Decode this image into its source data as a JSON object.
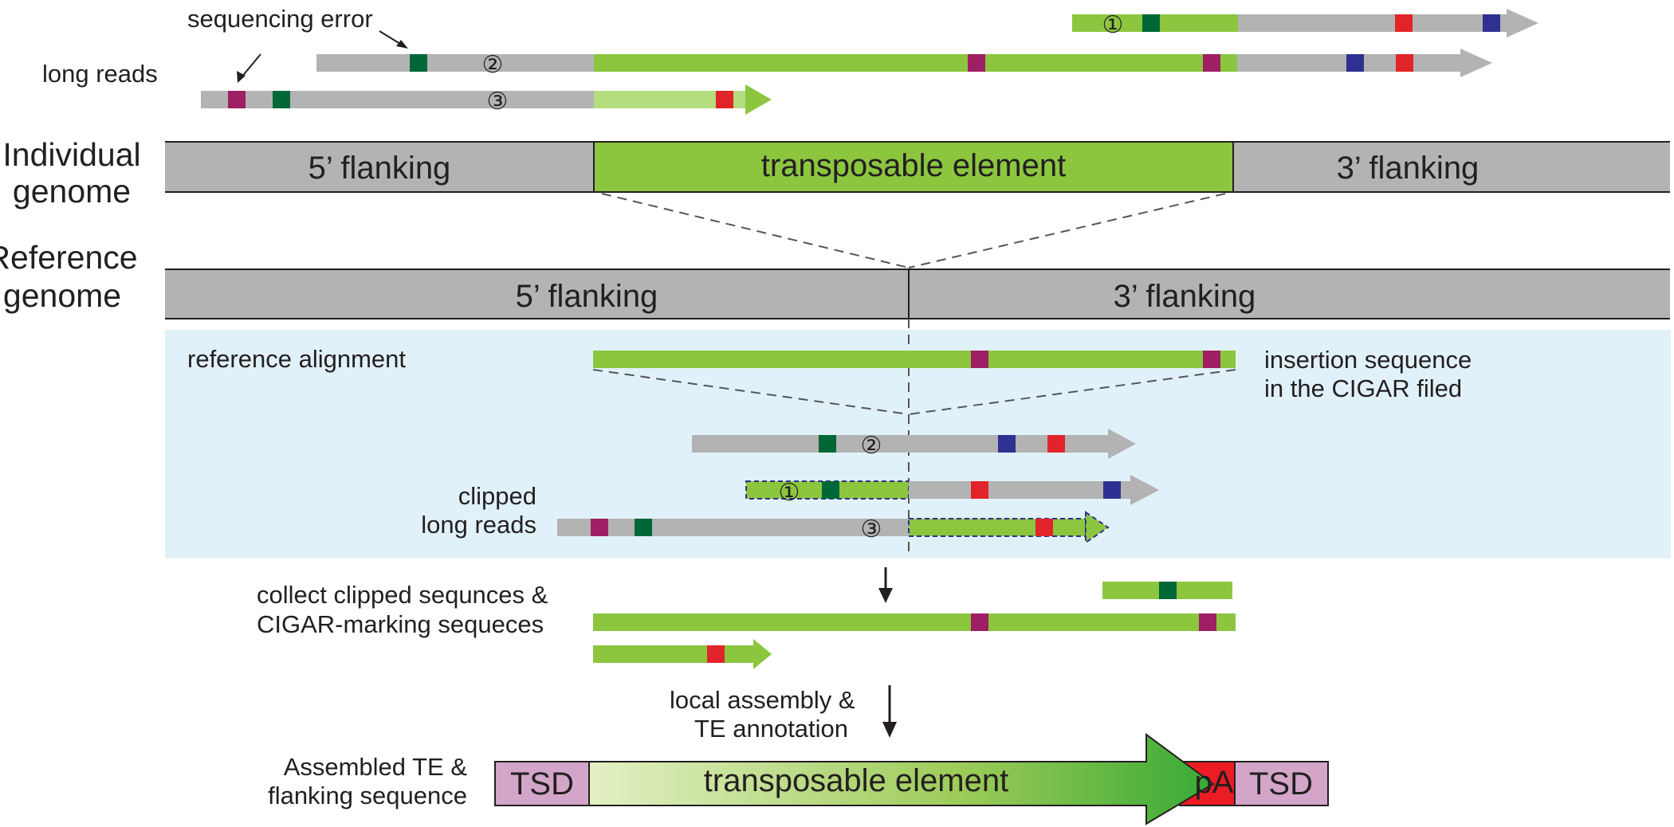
{
  "labels": {
    "sequencing_error": "sequencing error",
    "long_reads": "long reads",
    "individual_genome_1": "Individual",
    "individual_genome_2": "genome",
    "reference_genome_1": "Reference",
    "reference_genome_2": "genome",
    "five_flanking": "5’ flanking",
    "three_flanking": "3’ flanking",
    "transposable_element": "transposable element",
    "reference_alignment": "reference alignment",
    "insertion_1": "insertion sequence",
    "insertion_2": "in the CIGAR filed",
    "clipped_1": "clipped",
    "clipped_2": "long reads",
    "collect_1": "collect clipped sequnces &",
    "collect_2": "CIGAR-marking sequeces",
    "local_1": "local assembly &",
    "local_2": "TE annotation",
    "assembled_1": "Assembled TE &",
    "assembled_2": "flanking sequence",
    "tsd": "TSD",
    "pa": "pA",
    "read1": "①",
    "read2": "②",
    "read3": "③"
  },
  "colors": {
    "gray": "#b3b3b3",
    "green": "#8cc63f",
    "light_green": "#b4dd7f",
    "dark_green": "#006837",
    "magenta": "#9e1f63",
    "red": "#e1242a",
    "blue": "#2e3192",
    "panel": "#e1f1f9",
    "tsd": "#d3a6c9",
    "pa": "#ec1c24"
  }
}
